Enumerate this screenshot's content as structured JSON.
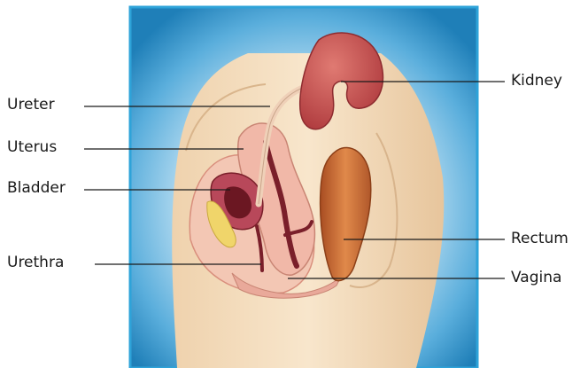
{
  "labels": {
    "ureter": "Ureter",
    "uterus": "Uterus",
    "bladder": "Bladder",
    "urethra": "Urethra",
    "kidney": "Kidney",
    "rectum": "Rectum",
    "vagina": "Vagina"
  },
  "colors": {
    "frame_border": "#2ea3d9",
    "background_top": "#1f7fb8",
    "background_glow": "#f4fbff",
    "skin": "#f6e2c6",
    "skin_shadow": "#e9cba3",
    "kidney": "#c94f4f",
    "rectum": "#c9682e",
    "uterus_wall": "#f1b8a8",
    "cavity": "#7a1f2a",
    "fat_pad": "#f0d56a",
    "leader_line": "#1a1a1a"
  }
}
